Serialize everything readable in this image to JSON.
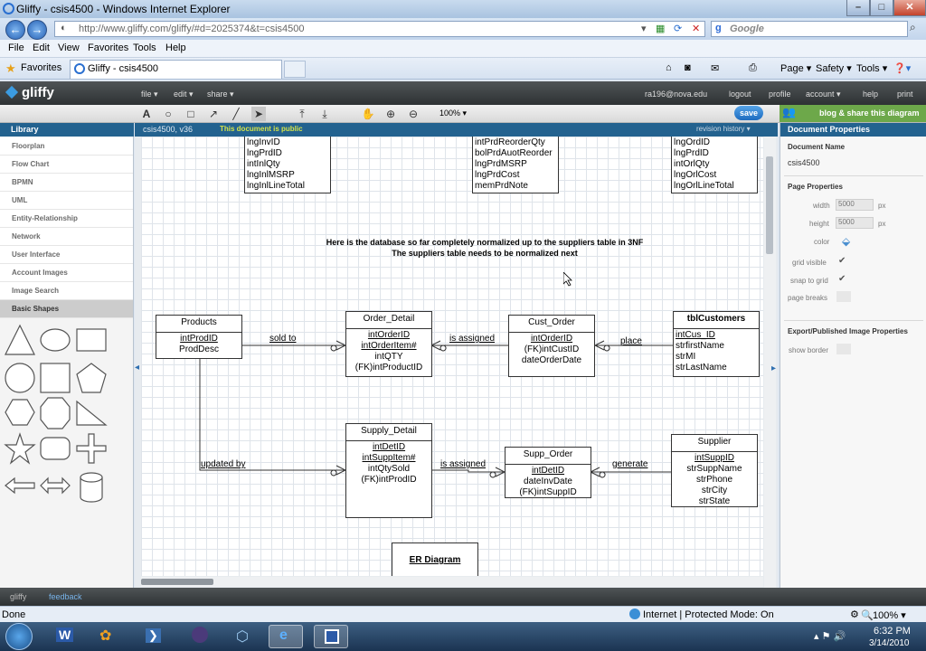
{
  "window": {
    "title": "Gliffy - csis4500 - Windows Internet Explorer"
  },
  "browser": {
    "url": "http://www.gliffy.com/gliffy/#d=2025374&t=csis4500",
    "search_placeholder": "Google",
    "menus": [
      "File",
      "Edit",
      "View",
      "Favorites",
      "Tools",
      "Help"
    ],
    "favorites_label": "Favorites",
    "tab_title": "Gliffy - csis4500",
    "commands": [
      "Page",
      "Safety",
      "Tools"
    ]
  },
  "gliffy": {
    "logo": "gliffy",
    "menus": [
      "file",
      "edit",
      "share"
    ],
    "user_email": "ra196@nova.edu",
    "links": [
      "logout",
      "profile",
      "account",
      "help",
      "print"
    ],
    "zoom": "100%",
    "save_label": "save",
    "blog_share_label": "blog & share this diagram",
    "doc_tab_name": "csis4500, v36",
    "public_note": "This document is public",
    "revision_history": "revision history",
    "footer_logo": "gliffy",
    "footer_feedback": "feedback"
  },
  "library": {
    "header": "Library",
    "items": [
      "Floorplan",
      "Flow Chart",
      "BPMN",
      "UML",
      "Entity-Relationship",
      "Network",
      "User Interface",
      "Account Images",
      "Image Search",
      "Basic Shapes"
    ]
  },
  "properties": {
    "header": "Document Properties",
    "document_name_label": "Document Name",
    "document_name": "csis4500",
    "page_properties_label": "Page Properties",
    "width_label": "width",
    "width_value": "5000",
    "height_label": "height",
    "height_value": "5000",
    "px": "px",
    "color_label": "color",
    "grid_visible_label": "grid visible",
    "snap_to_grid_label": "snap to grid",
    "page_breaks_label": "page breaks",
    "export_label": "Export/Published Image Properties",
    "show_border_label": "show border"
  },
  "diagram": {
    "note_line1": "Here is the database so far completely normalized up to the suppliers table in 3NF",
    "note_line2": "The suppliers table needs to be normalized next",
    "top_partial": [
      [
        "lngInvID",
        "lngPrdID",
        "intInlQty",
        "lngInlMSRP",
        "lngInlLineTotal"
      ],
      [
        "intPrdReorderQty",
        "bolPrdAuotReorder",
        "lngPrdMSRP",
        "lngPrdCost",
        "memPrdNote"
      ],
      [
        "lngOrdID",
        "lngPrdID",
        "intOrlQty",
        "lngOrlCost",
        "lngOrlLineTotal"
      ]
    ],
    "products": {
      "title": "Products",
      "fields": [
        "intProdID",
        "ProdDesc"
      ]
    },
    "order_detail": {
      "title": "Order_Detail",
      "fields": [
        "intOrderID",
        "intOrderItem#",
        "intQTY",
        "(FK)intProductID"
      ]
    },
    "cust_order": {
      "title": "Cust_Order",
      "fields": [
        "intOrderID",
        "(FK)intCustID",
        "dateOrderDate"
      ]
    },
    "customers": {
      "title": "tblCustomers",
      "fields": [
        "intCus_ID",
        "strfirstName",
        "strMI",
        "strLastName"
      ]
    },
    "supply_detail": {
      "title": "Supply_Detail",
      "fields": [
        "intDetID",
        "intSuppItem#",
        "intQtySold",
        "(FK)intProdID"
      ]
    },
    "supp_order": {
      "title": "Supp_Order",
      "fields": [
        "intDetID",
        "dateInvDate",
        "(FK)intSuppID"
      ]
    },
    "supplier": {
      "title": "Supplier",
      "fields": [
        "intSuppID",
        "strSuppName",
        "strPhone",
        "strCity",
        "strState"
      ]
    },
    "rel_sold_to": "sold to",
    "rel_is_assigned_1": "is assigned",
    "rel_place": "place",
    "rel_updated_by": "updated by",
    "rel_is_assigned_2": "is assigned",
    "rel_generate": "generate",
    "er_label": "ER Diagram"
  },
  "status": {
    "text": "Done",
    "zone": "Internet | Protected Mode: On",
    "zoom": "100%"
  },
  "taskbar": {
    "time": "6:32 PM",
    "date": "3/14/2010"
  }
}
